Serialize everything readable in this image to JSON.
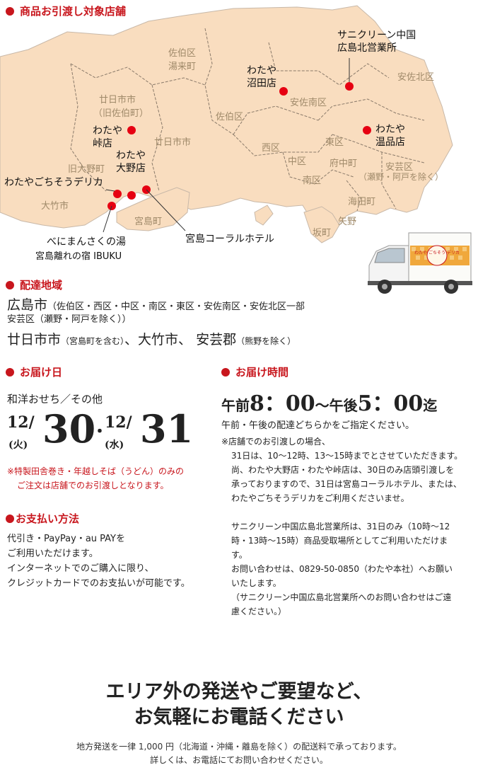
{
  "map_section": {
    "heading": "商品お引渡し対象店舗",
    "area_labels": {
      "saeki_yuki_1": "佐伯区",
      "saeki_yuki_2": "湯来町",
      "hatsukaichi_old_1": "廿日市市",
      "hatsukaichi_old_2": "（旧佐伯町）",
      "hatsukaichi": "廿日市市",
      "saeki": "佐伯区",
      "asaminami": "安佐南区",
      "asakita": "安佐北区",
      "nishi": "西区",
      "naka": "中区",
      "higashi": "東区",
      "minami": "南区",
      "fuchu": "府中町",
      "aki_1": "安芸区",
      "aki_2": "（瀬野・阿戸を除く）",
      "kaita": "海田町",
      "yano": "矢野",
      "saka": "坂町",
      "old_ono": "旧大野町",
      "otake": "大竹市",
      "miyajima": "宮島町"
    },
    "stores": {
      "sanicleen_1": "サニクリーン中国",
      "sanicleen_2": "広島北営業所",
      "numata_1": "わたや",
      "numata_2": "沼田店",
      "onsen_1": "わたや",
      "onsen_2": "温品店",
      "touge_1": "わたや",
      "touge_2": "峠店",
      "ono_1": "わたや",
      "ono_2": "大野店",
      "deli": "わたやごちそうデリカ",
      "coral": "宮島コーラルホテル",
      "beni": "べにまんさくの湯",
      "ibuku": "宮島離れの宿 IBUKU"
    },
    "truck_text": "わたや ごちそう デリカ"
  },
  "delivery_area": {
    "heading": "配達地域",
    "line1_main": "広島市",
    "line1_detail": "（佐伯区・西区・中区・南区・東区・安佐南区・安佐北区一部",
    "line2": "安芸区（瀬野・阿戸を除く））",
    "line3_main1": "廿日市市",
    "line3_detail1": "（宮島町を含む）",
    "line3_main2": "、大竹市、 安芸郡",
    "line3_detail2": "（熊野を除く）"
  },
  "delivery_date": {
    "heading": "お届け日",
    "subtitle": "和洋おせち／その他",
    "d1_month": "12/",
    "d1_wd": "(火)",
    "d1_day": "30",
    "sep": "・",
    "d2_month": "12/",
    "d2_wd": "(水)",
    "d2_day": "31",
    "note1": "※特製田舎巻き・年越しそば（うどん）のみの",
    "note2": "ご注文は店舗でのお引渡しとなります。"
  },
  "delivery_time": {
    "heading": "お届け時間",
    "t_am": "午前",
    "t_start": "8：00",
    "t_wave": "〜午後",
    "t_end": "5：00",
    "t_made": "迄",
    "subnote": "午前・午後の配達どちらかをご指定ください。",
    "lines": [
      "※店舗でのお引渡しの場合、",
      "31日は、10〜12時、13〜15時までとさせていただきます。",
      "尚、わたや大野店・わたや峠店は、30日のみ店頭引渡しを",
      "承っておりますので、31日は宮島コーラルホテル、または、",
      "わたやごちそうデリカをご利用くださいませ。",
      "",
      "サニクリーン中国広島北営業所は、31日のみ（10時〜12",
      "時・13時〜15時）商品受取場所としてご利用いただけま",
      "す。",
      "お問い合わせは、0829-50-0850（わたや本社）へお願い",
      "いたします。",
      "（サニクリーン中国広島北営業所へのお問い合わせはご遠",
      "慮ください。）"
    ]
  },
  "payment": {
    "heading": "お支払い方法",
    "lines": [
      "代引き・PayPay・au PAYを",
      "ご利用いただけます。",
      "インターネットでのご購入に限り、",
      "クレジットカードでのお支払いが可能です。"
    ]
  },
  "footer": {
    "title1": "エリア外の発送やご要望など、",
    "title2": "お気軽にお電話ください",
    "note1": "地方発送を一律 1,000 円（北海道・沖縄・離島を除く）の配送料で承っております。",
    "note2": "詳しくは、お電話にてお問い合わせください。"
  },
  "colors": {
    "accent": "#c8161d",
    "pin": "#e60012",
    "land": "#f9ddbf",
    "border": "#8a7a6a"
  }
}
